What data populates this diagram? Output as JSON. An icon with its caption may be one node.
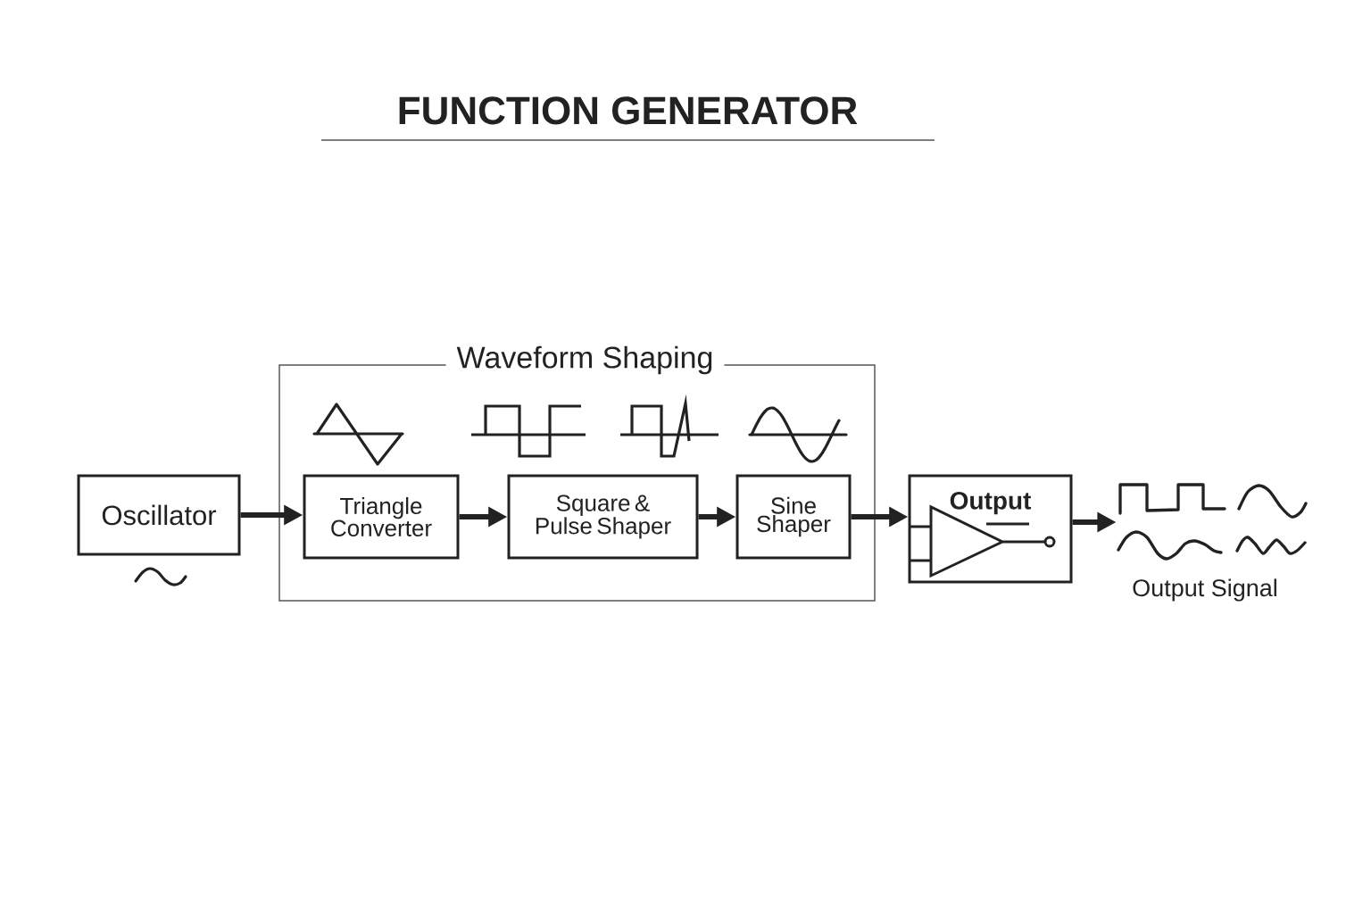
{
  "diagram": {
    "title": "FUNCTION GENERATOR",
    "nodes": [
      {
        "text": [
          "Oscillator"
        ]
      },
      {
        "text": [
          "Waveform Shaping"
        ]
      },
      {
        "text": [
          "Triangle Converter"
        ],
        "in": 1
      },
      {
        "text": [
          "Square & Pulse Shaper"
        ],
        "in": 1
      },
      {
        "text": [
          "Sine Shaper"
        ],
        "in": 1
      },
      {
        "text": [
          "Output"
        ]
      },
      {
        "text": [],
        "shape": "picture",
        "beside": [
          "Output Signal"
        ]
      }
    ],
    "edges": [
      {
        "from": 0,
        "to": 2,
        "arrow": "to"
      },
      {
        "from": 2,
        "to": 3,
        "arrow": "to"
      },
      {
        "from": 3,
        "to": 4,
        "arrow": "to"
      },
      {
        "from": 4,
        "to": 5,
        "arrow": "to"
      },
      {
        "from": 5,
        "to": 6,
        "arrow": "to"
      }
    ]
  }
}
